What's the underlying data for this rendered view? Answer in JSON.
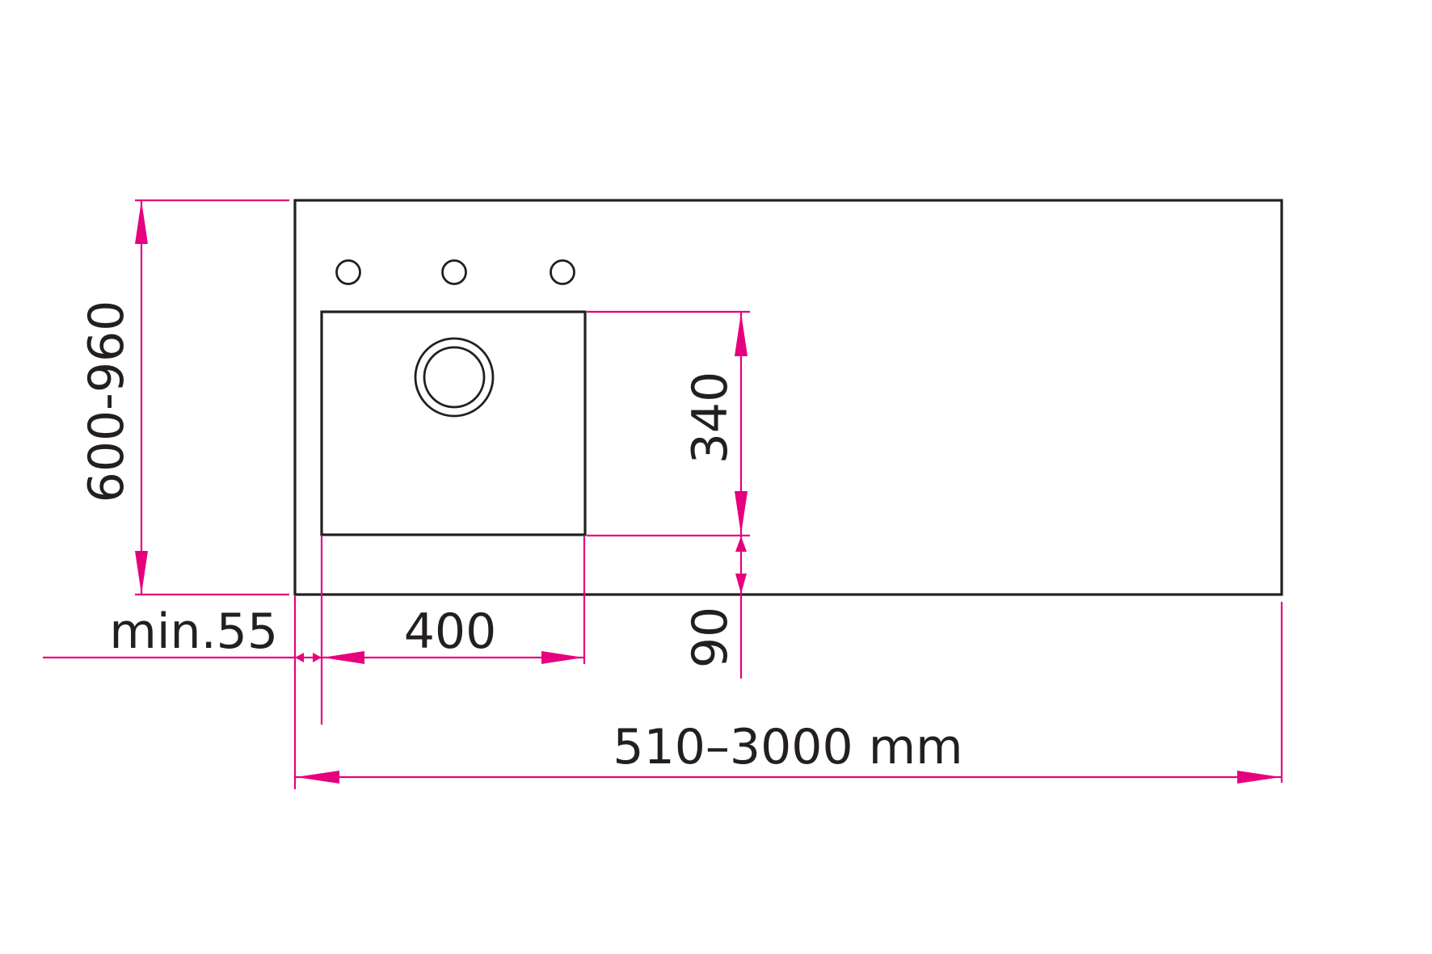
{
  "diagram": {
    "title": "Countertop with integrated sink – dimension drawing",
    "colors": {
      "outline": "#231f20",
      "dimension": "#e6007e",
      "background": "#ffffff"
    },
    "unit": "mm",
    "elements": {
      "countertop": {
        "shape": "rectangle"
      },
      "sink_basin": {
        "shape": "rectangle"
      },
      "drain": {
        "shape": "double-circle"
      },
      "tap_holes": {
        "count": 3,
        "shape": "circle"
      }
    },
    "dimensions": {
      "depth": {
        "label": "600-960",
        "orientation": "vertical"
      },
      "sink_depth": {
        "label": "340",
        "orientation": "vertical"
      },
      "front_gap": {
        "label": "90",
        "orientation": "vertical"
      },
      "side_gap": {
        "label": "min.55",
        "orientation": "horizontal"
      },
      "sink_width": {
        "label": "400",
        "orientation": "horizontal"
      },
      "total_length": {
        "label": "510–3000 mm",
        "orientation": "horizontal"
      }
    }
  }
}
